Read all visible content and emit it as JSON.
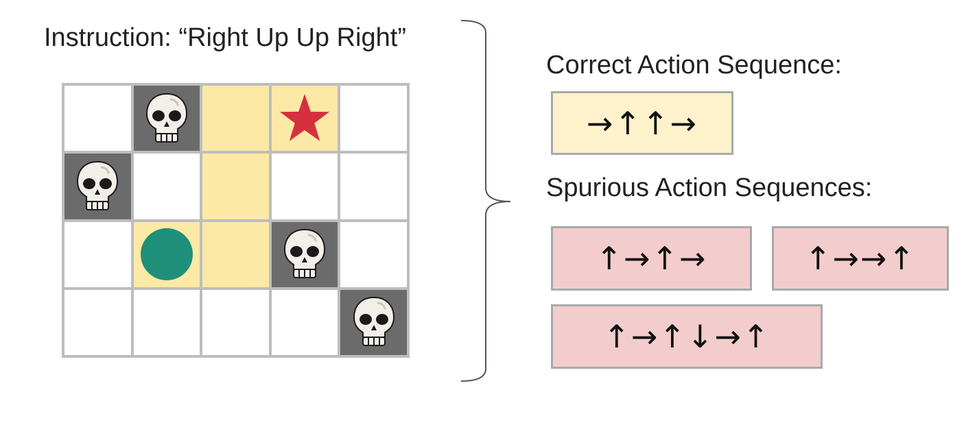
{
  "instruction": "Instruction: “Right Up Up Right”",
  "grid": {
    "rows": [
      [
        "empty",
        "hazard",
        "path",
        "goal",
        "empty"
      ],
      [
        "hazard",
        "empty",
        "path",
        "empty",
        "empty"
      ],
      [
        "empty",
        "start",
        "path",
        "hazard",
        "empty"
      ],
      [
        "empty",
        "empty",
        "empty",
        "empty",
        "hazard"
      ]
    ],
    "icons": {
      "hazard": "skull-icon",
      "goal": "star-icon",
      "start": "circle-agent-icon"
    },
    "colors": {
      "empty": "#ffffff",
      "path": "#fde9a6",
      "hazard": "#6b6b6b",
      "goal_star": "#d6303e",
      "agent": "#1e9079",
      "grid_line": "#bdbdbd"
    }
  },
  "correct_heading": "Correct Action Sequence:",
  "correct_sequence": "→↑↑→",
  "spurious_heading": "Spurious Action Sequences:",
  "spurious_sequences": [
    "↑→↑→",
    "↑→→↑",
    "↑→↑↓→↑"
  ],
  "colors": {
    "correct_box": "#fef2cc",
    "spurious_box": "#f3cdcd",
    "box_border": "#a9a9a9"
  }
}
